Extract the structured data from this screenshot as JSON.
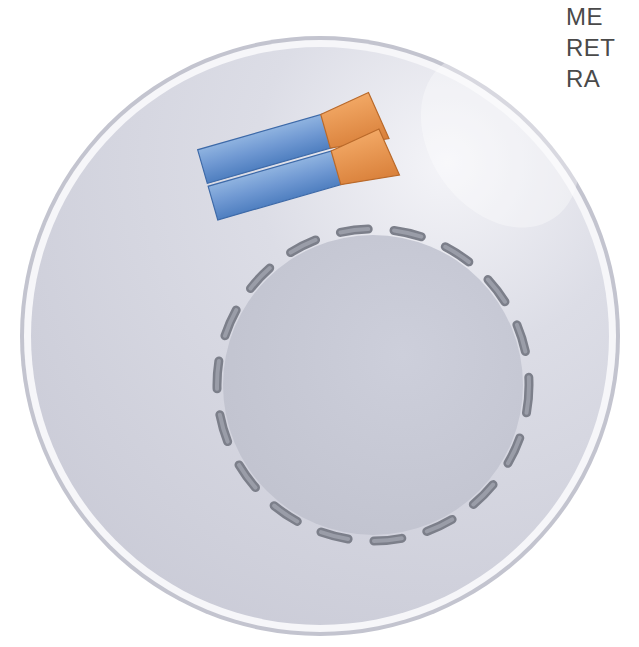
{
  "diagram": {
    "labels": [
      "ME",
      "RET",
      "RA"
    ]
  }
}
